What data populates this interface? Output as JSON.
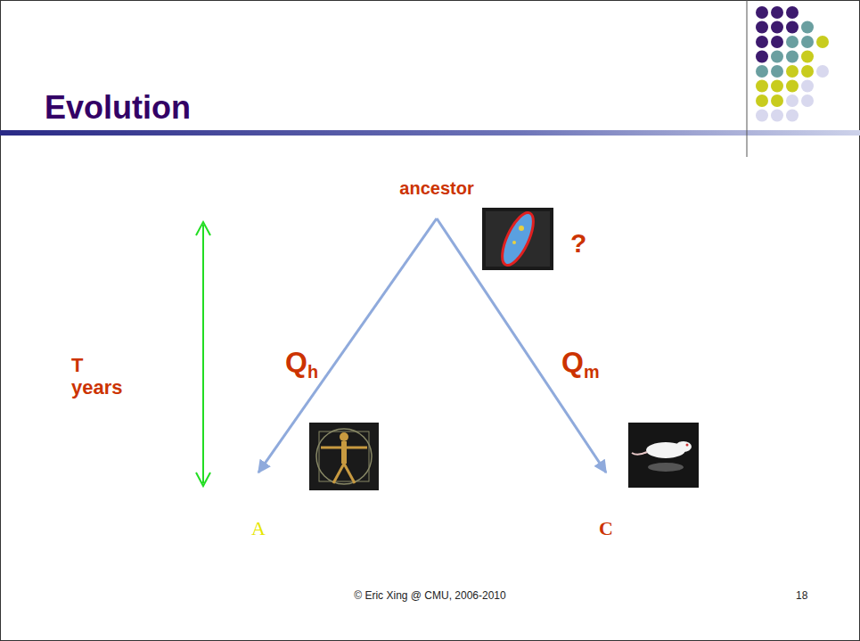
{
  "diagram": {
    "title": "Evolution",
    "nodes": [
      {
        "text": [
          "ancestor"
        ]
      },
      {
        "text": [
          "A"
        ]
      },
      {
        "text": [
          "C"
        ]
      }
    ],
    "edges": [
      {
        "from": 0,
        "to": 1,
        "arrow": "to",
        "label": "Qh"
      },
      {
        "from": 0,
        "to": 2,
        "arrow": "to",
        "label": "Qm"
      }
    ],
    "labels": [
      "?",
      "T years",
      "© Eric Xing @ CMU, 2006-2010",
      "18"
    ]
  }
}
